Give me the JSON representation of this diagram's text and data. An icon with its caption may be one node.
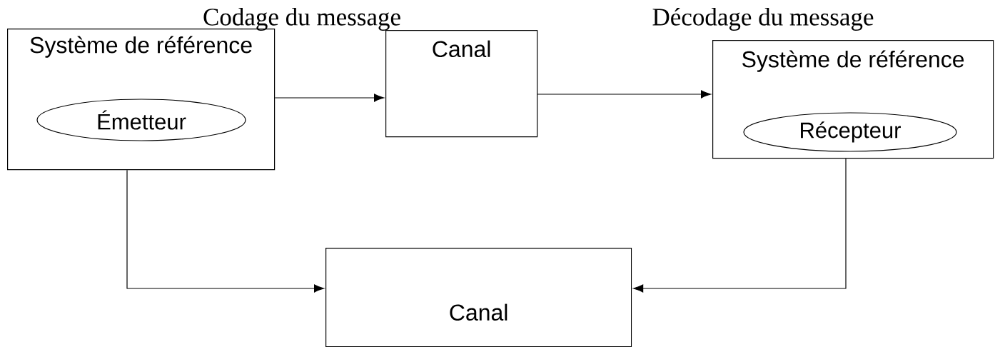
{
  "diagram": {
    "nodes": [
      {
        "text": [
          "Système de référence"
        ]
      },
      {
        "text": [
          "Émetteur"
        ],
        "in": 0
      },
      {
        "text": [
          "Canal"
        ]
      },
      {
        "text": [
          "Système de référence"
        ]
      },
      {
        "text": [
          "Récepteur"
        ],
        "in": 3
      },
      {
        "text": [
          "Canal"
        ]
      }
    ],
    "edges": [
      {
        "from": 0,
        "to": 2,
        "arrow": "to"
      },
      {
        "from": 2,
        "to": 3,
        "arrow": "to"
      },
      {
        "from": 0,
        "to": 5,
        "arrow": "to"
      },
      {
        "from": 3,
        "to": 5,
        "arrow": "to"
      }
    ],
    "labels": [
      "Codage du message",
      "Décodage du message"
    ]
  }
}
